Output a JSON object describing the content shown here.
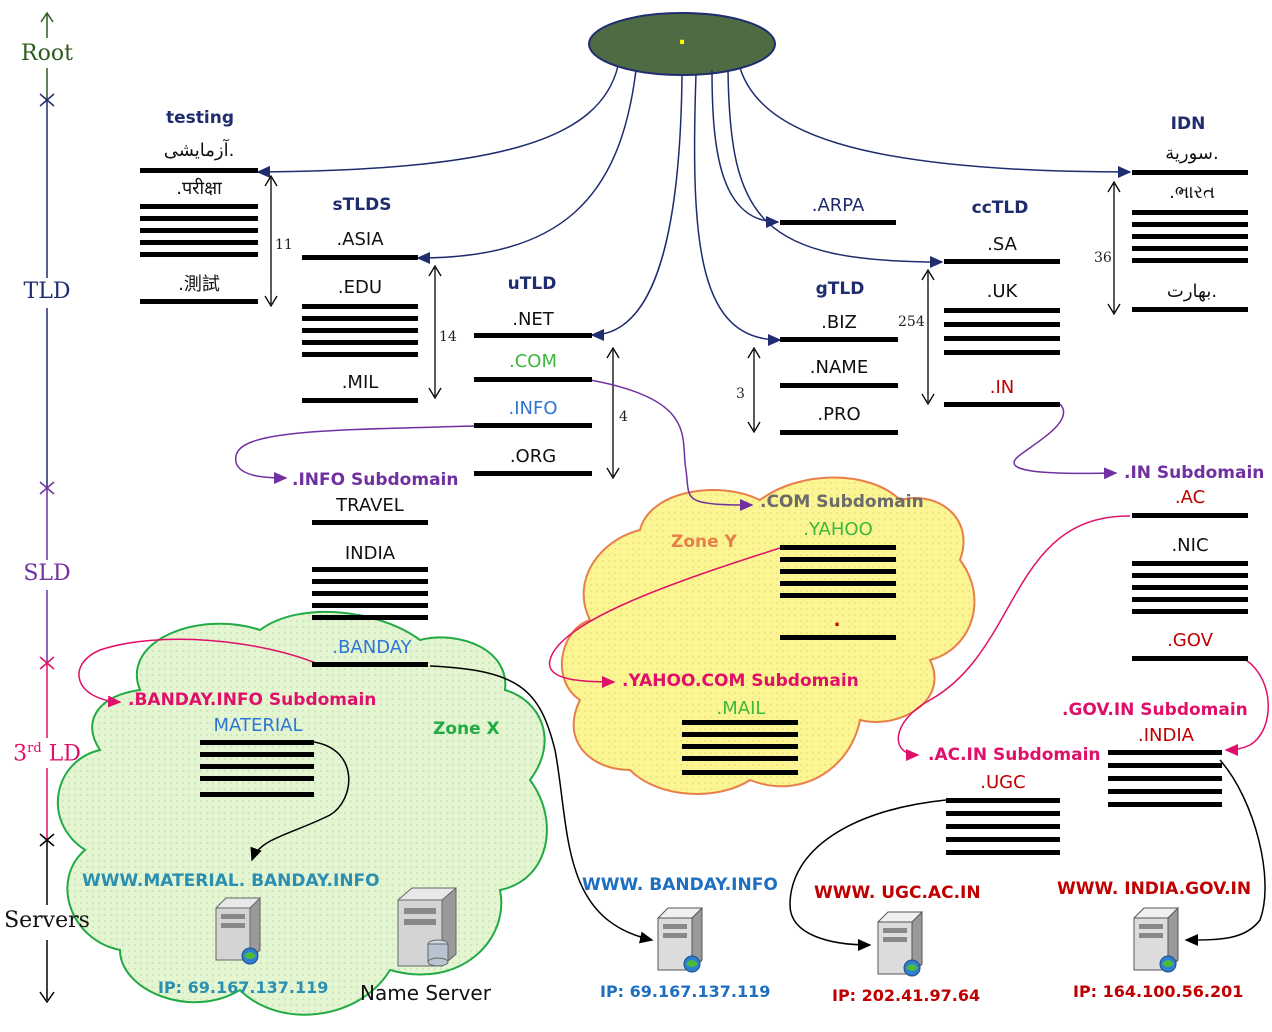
{
  "root_label": ".",
  "levels": {
    "root": "Root",
    "tld": "TLD",
    "sld": "SLD",
    "third_ld_prefix": "3",
    "third_ld_sup": "rd",
    "third_ld_suffix": " LD",
    "servers": "Servers"
  },
  "groups": {
    "testing": {
      "header": "testing",
      "items": [
        "آزمایشی.",
        ".परीक्षा",
        ".測試"
      ],
      "count": "11"
    },
    "stlds": {
      "header": "sTLDS",
      "items": [
        ".ASIA",
        ".EDU",
        ".MIL"
      ],
      "count": "14"
    },
    "utld": {
      "header": "uTLD",
      "items": [
        ".NET",
        ".COM",
        ".INFO",
        ".ORG"
      ],
      "count": "4"
    },
    "arpa": {
      "label": ".ARPA"
    },
    "gtld": {
      "header": "gTLD",
      "items": [
        ".BIZ",
        ".NAME",
        ".PRO"
      ],
      "count": "3"
    },
    "cctld": {
      "header": "ccTLD",
      "items": [
        ".SA",
        ".UK",
        ".IN"
      ],
      "count": "254"
    },
    "idn": {
      "header": "IDN",
      "items": [
        "سورية.",
        ".ભારત",
        "بهارت."
      ],
      "count": "36"
    }
  },
  "subdomains": {
    "info": {
      "title": ".INFO Subdomain",
      "items": [
        "TRAVEL",
        "INDIA",
        ".BANDAY"
      ]
    },
    "com": {
      "title": ".COM Subdomain",
      "items": [
        ".YAHOO",
        "."
      ]
    },
    "in": {
      "title": ".IN Subdomain",
      "items": [
        ".AC",
        ".NIC",
        ".GOV"
      ]
    },
    "banday_info": {
      "title": ".BANDAY.INFO Subdomain",
      "items": [
        "MATERIAL"
      ]
    },
    "yahoo_com": {
      "title": ".YAHOO.COM Subdomain",
      "items": [
        ".MAIL"
      ]
    },
    "gov_in": {
      "title": ".GOV.IN Subdomain",
      "items": [
        ".INDIA"
      ]
    },
    "ac_in": {
      "title": ".AC.IN Subdomain",
      "items": [
        ".UGC"
      ]
    }
  },
  "zones": {
    "x": "Zone X",
    "y": "Zone Y"
  },
  "servers": [
    {
      "url": "WWW.MATERIAL. BANDAY.INFO",
      "ip": "IP: 69.167.137.119"
    },
    {
      "url": "WWW. BANDAY.INFO",
      "ip": "IP: 69.167.137.119"
    },
    {
      "url": "WWW. UGC.AC.IN",
      "ip": "IP: 202.41.97.64"
    },
    {
      "url": "WWW. INDIA.GOV.IN",
      "ip": "IP: 164.100.56.201"
    }
  ],
  "name_server": "Name Server",
  "colors": {
    "navy": "#1f2d6e",
    "purple": "#7030a0",
    "magenta": "#e0106a",
    "red": "#c00000",
    "blue": "#2f75d6",
    "green": "#3cb83c",
    "zone_green": "#22aa44",
    "teal": "#2a8fb0",
    "darkgreen": "#2e5a1e",
    "orange": "#e87f4a",
    "ellipse_fill": "#4e6b43",
    "cloud_green": "#e4f5d2",
    "cloud_yellow": "#fbf593"
  }
}
